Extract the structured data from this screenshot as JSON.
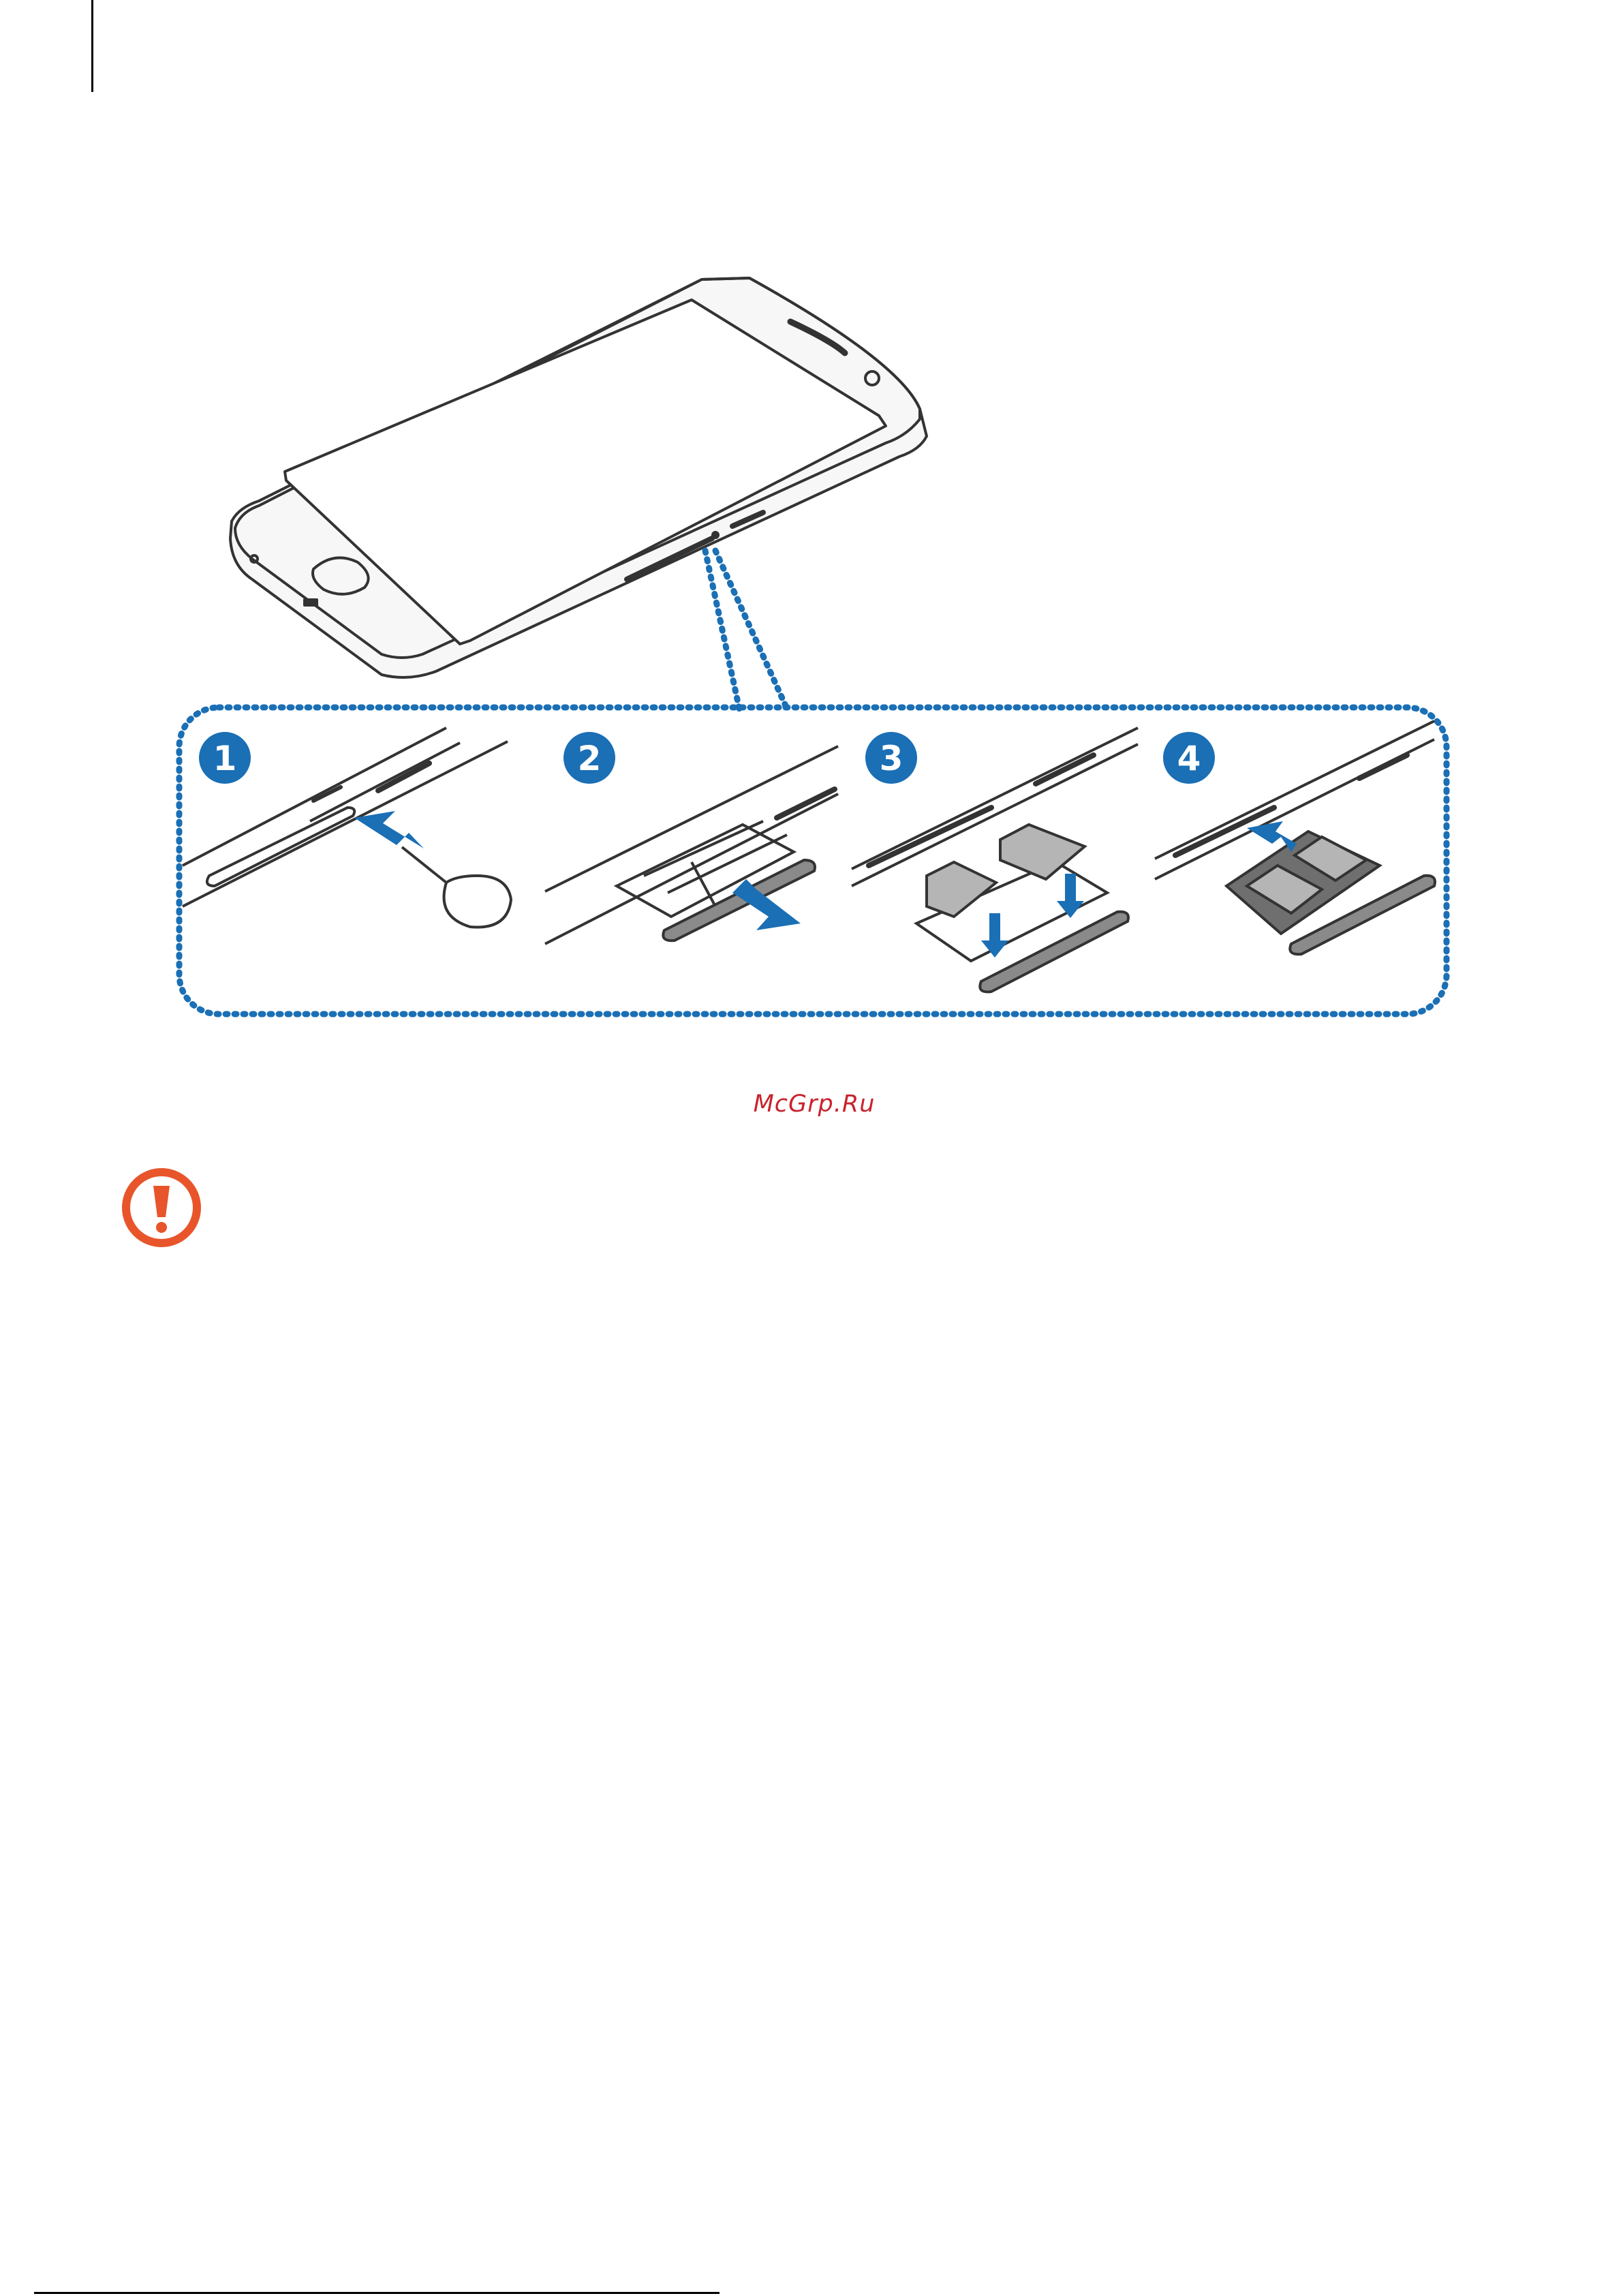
{
  "steps": [
    {
      "number": "1"
    },
    {
      "number": "2"
    },
    {
      "number": "3"
    },
    {
      "number": "4"
    }
  ],
  "watermark": "McGrp.Ru",
  "icons": {
    "caution": "caution-exclamation-icon",
    "arrow": "insert-arrow-icon"
  },
  "colors": {
    "accent_blue": "#1a6fb5",
    "caution_orange": "#e8552b",
    "watermark_red": "#c8232c",
    "tray_gray": "#8a8a8a",
    "sim_gray": "#b5b5b5"
  }
}
